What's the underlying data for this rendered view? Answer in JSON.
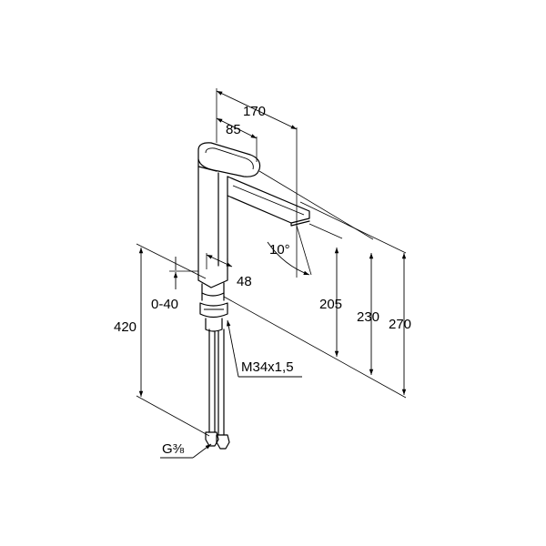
{
  "dimensions": {
    "spout_reach": "170",
    "handle_offset": "85",
    "handle_angle": "10°",
    "body_depth": "48",
    "adjust_range": "0-40",
    "hose_length": "420",
    "height_spout": "205",
    "height_body": "230",
    "height_total": "270",
    "mount_thread": "M34x1,5",
    "hose_connection": "G⅜"
  }
}
